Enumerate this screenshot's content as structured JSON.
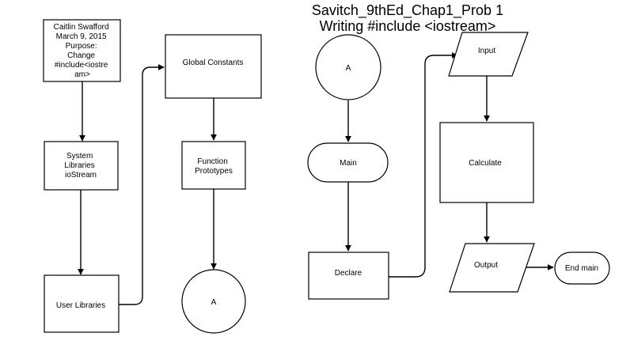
{
  "diagram": {
    "title_line1": "Savitch_9thEd_Chap1_Prob 1",
    "title_line2": "Writing #include <iostream>",
    "nodes": {
      "header": [
        "Caitlin Swafford",
        "March 9, 2015",
        "Purpose:",
        "Change",
        "#include<iostre",
        "am>"
      ],
      "system_libraries": [
        "System",
        "Libraries",
        "ioStream"
      ],
      "user_libraries": "User Libraries",
      "global_constants": "Global Constants",
      "function_prototypes": [
        "Function",
        "Prototypes"
      ],
      "connector_a_out": "A",
      "connector_a_in": "A",
      "main": "Main",
      "declare": "Declare",
      "input": "Input",
      "calculate": "Calculate",
      "output": "Output",
      "end_main": "End main"
    }
  }
}
